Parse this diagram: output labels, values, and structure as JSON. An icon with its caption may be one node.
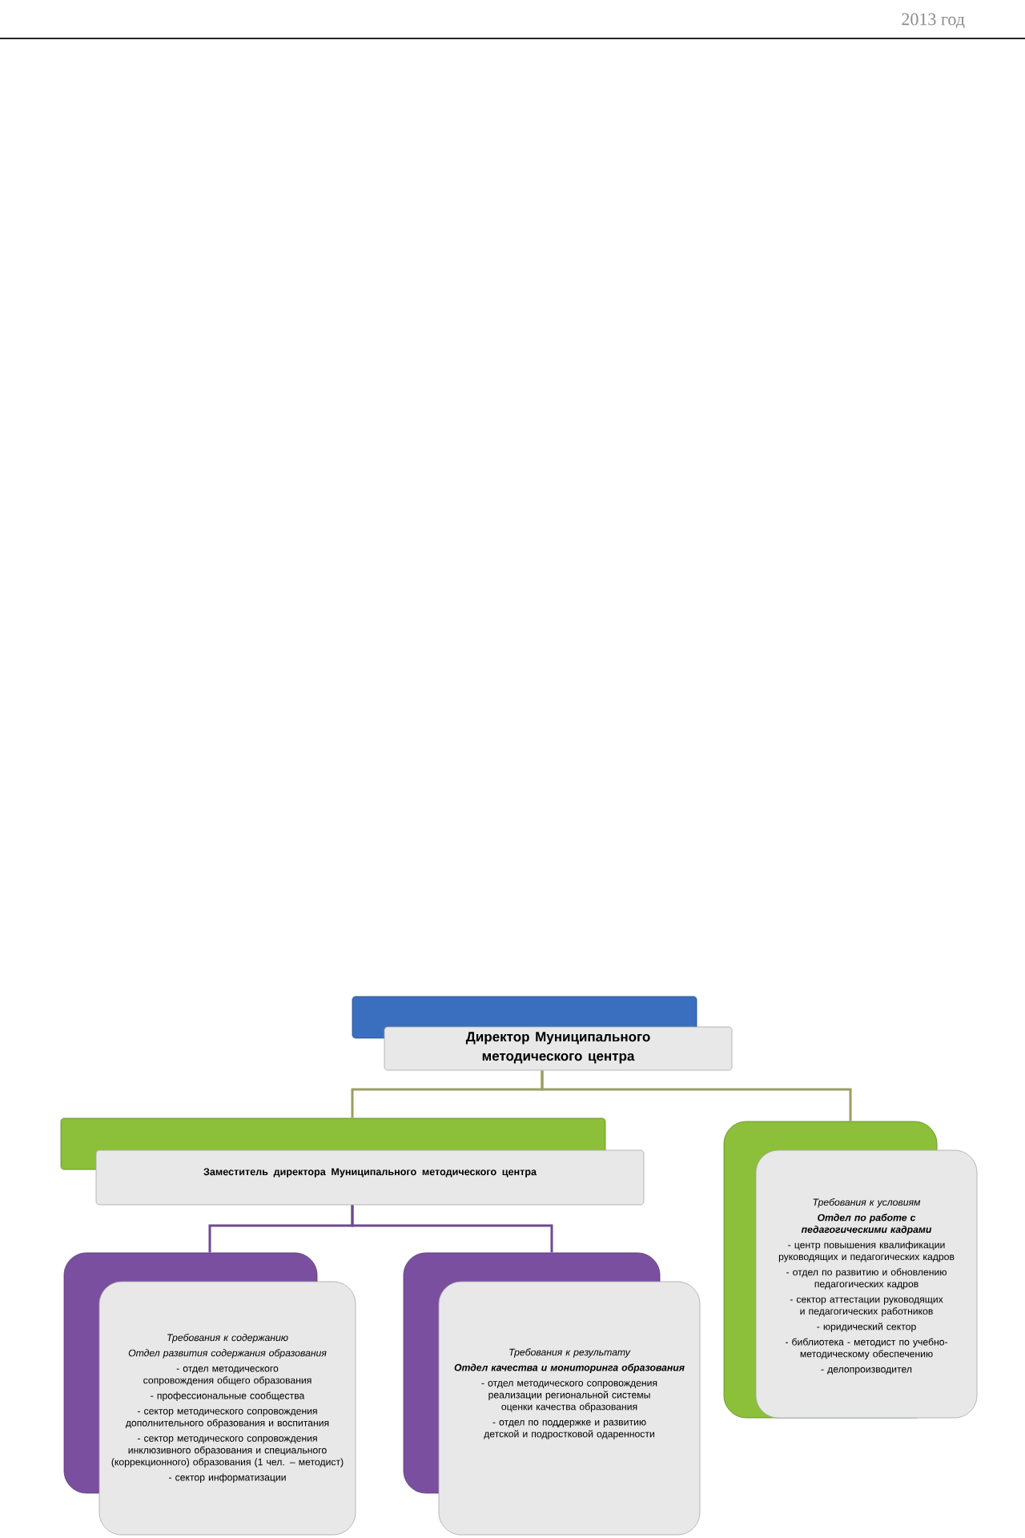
{
  "diagram": {
    "nodes": [
      {
        "text": [
          "Директор Муниципального методического центра"
        ]
      },
      {
        "text": [
          "Заместитель директора Муниципального методического центра"
        ]
      },
      {
        "text": [
          "Требования к условиям",
          "Отдел по работе с педагогическими кадрами",
          "- центр повышения квалификации руководящих и педагогических кадров",
          "- отдел по развитию и обновлению педагогических кадров",
          "- сектор аттестации руководящих и педагогических работников",
          "- юридический сектор",
          "- библиотека - методист по учебно-методическому обеспечению",
          "- делопроизводител"
        ]
      },
      {
        "text": [
          "Требования к содержанию",
          "Отдел развития содержания образования",
          "- отдел методического сопровождения общего образования",
          "- профессиональные сообщества",
          "- сектор методического сопровождения дополнительного образования и воспитания",
          "- сектор методического сопровождения инклюзивного образования и специального (коррекционного) образования (1 чел. – методист)",
          "- сектор информатизации"
        ]
      },
      {
        "text": [
          "Требования к результату",
          "Отдел качества и мониторинга образования",
          "- отдел методического сопровождения реализации региональной системы оценки качества образования",
          "- отдел по поддержке и развитию детской и подростковой одаренности"
        ]
      }
    ],
    "edges": [
      {
        "from": 0,
        "to": 1,
        "arrow": "none",
        "color": "#9a9f5e"
      },
      {
        "from": 0,
        "to": 2,
        "arrow": "none",
        "color": "#9a9f5e"
      },
      {
        "from": 1,
        "to": 3,
        "arrow": "none",
        "color": "#6e4a96"
      },
      {
        "from": 1,
        "to": 4,
        "arrow": "none",
        "color": "#6e4a96"
      }
    ],
    "labels": [
      "2013 год"
    ]
  }
}
